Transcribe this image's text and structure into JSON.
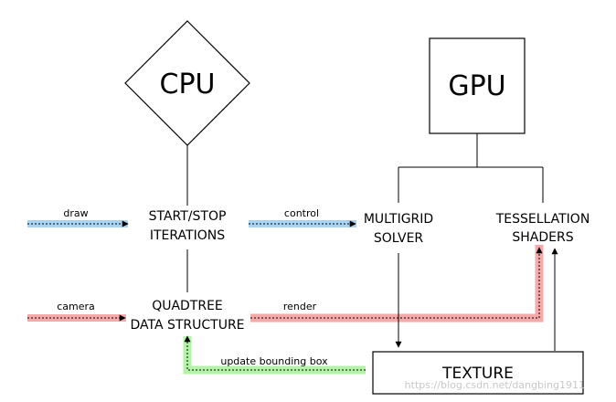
{
  "nodes": {
    "cpu": "CPU",
    "gpu": "GPU",
    "start_stop": [
      "START/STOP",
      "ITERATIONS"
    ],
    "multigrid": [
      "MULTIGRID",
      "SOLVER"
    ],
    "tessellation": [
      "TESSELLATION",
      "SHADERS"
    ],
    "quadtree": [
      "QUADTREE",
      "DATA STRUCTURE"
    ],
    "texture": "TEXTURE"
  },
  "edges": {
    "draw": "draw",
    "control": "control",
    "camera": "camera",
    "render": "render",
    "update": "update bounding box"
  },
  "colors": {
    "blue": "#a8d3f3",
    "red": "#f5a9a9",
    "green": "#b3f3a8",
    "line": "#000000"
  },
  "watermark": "https://blog.csdn.net/dangbing1911"
}
